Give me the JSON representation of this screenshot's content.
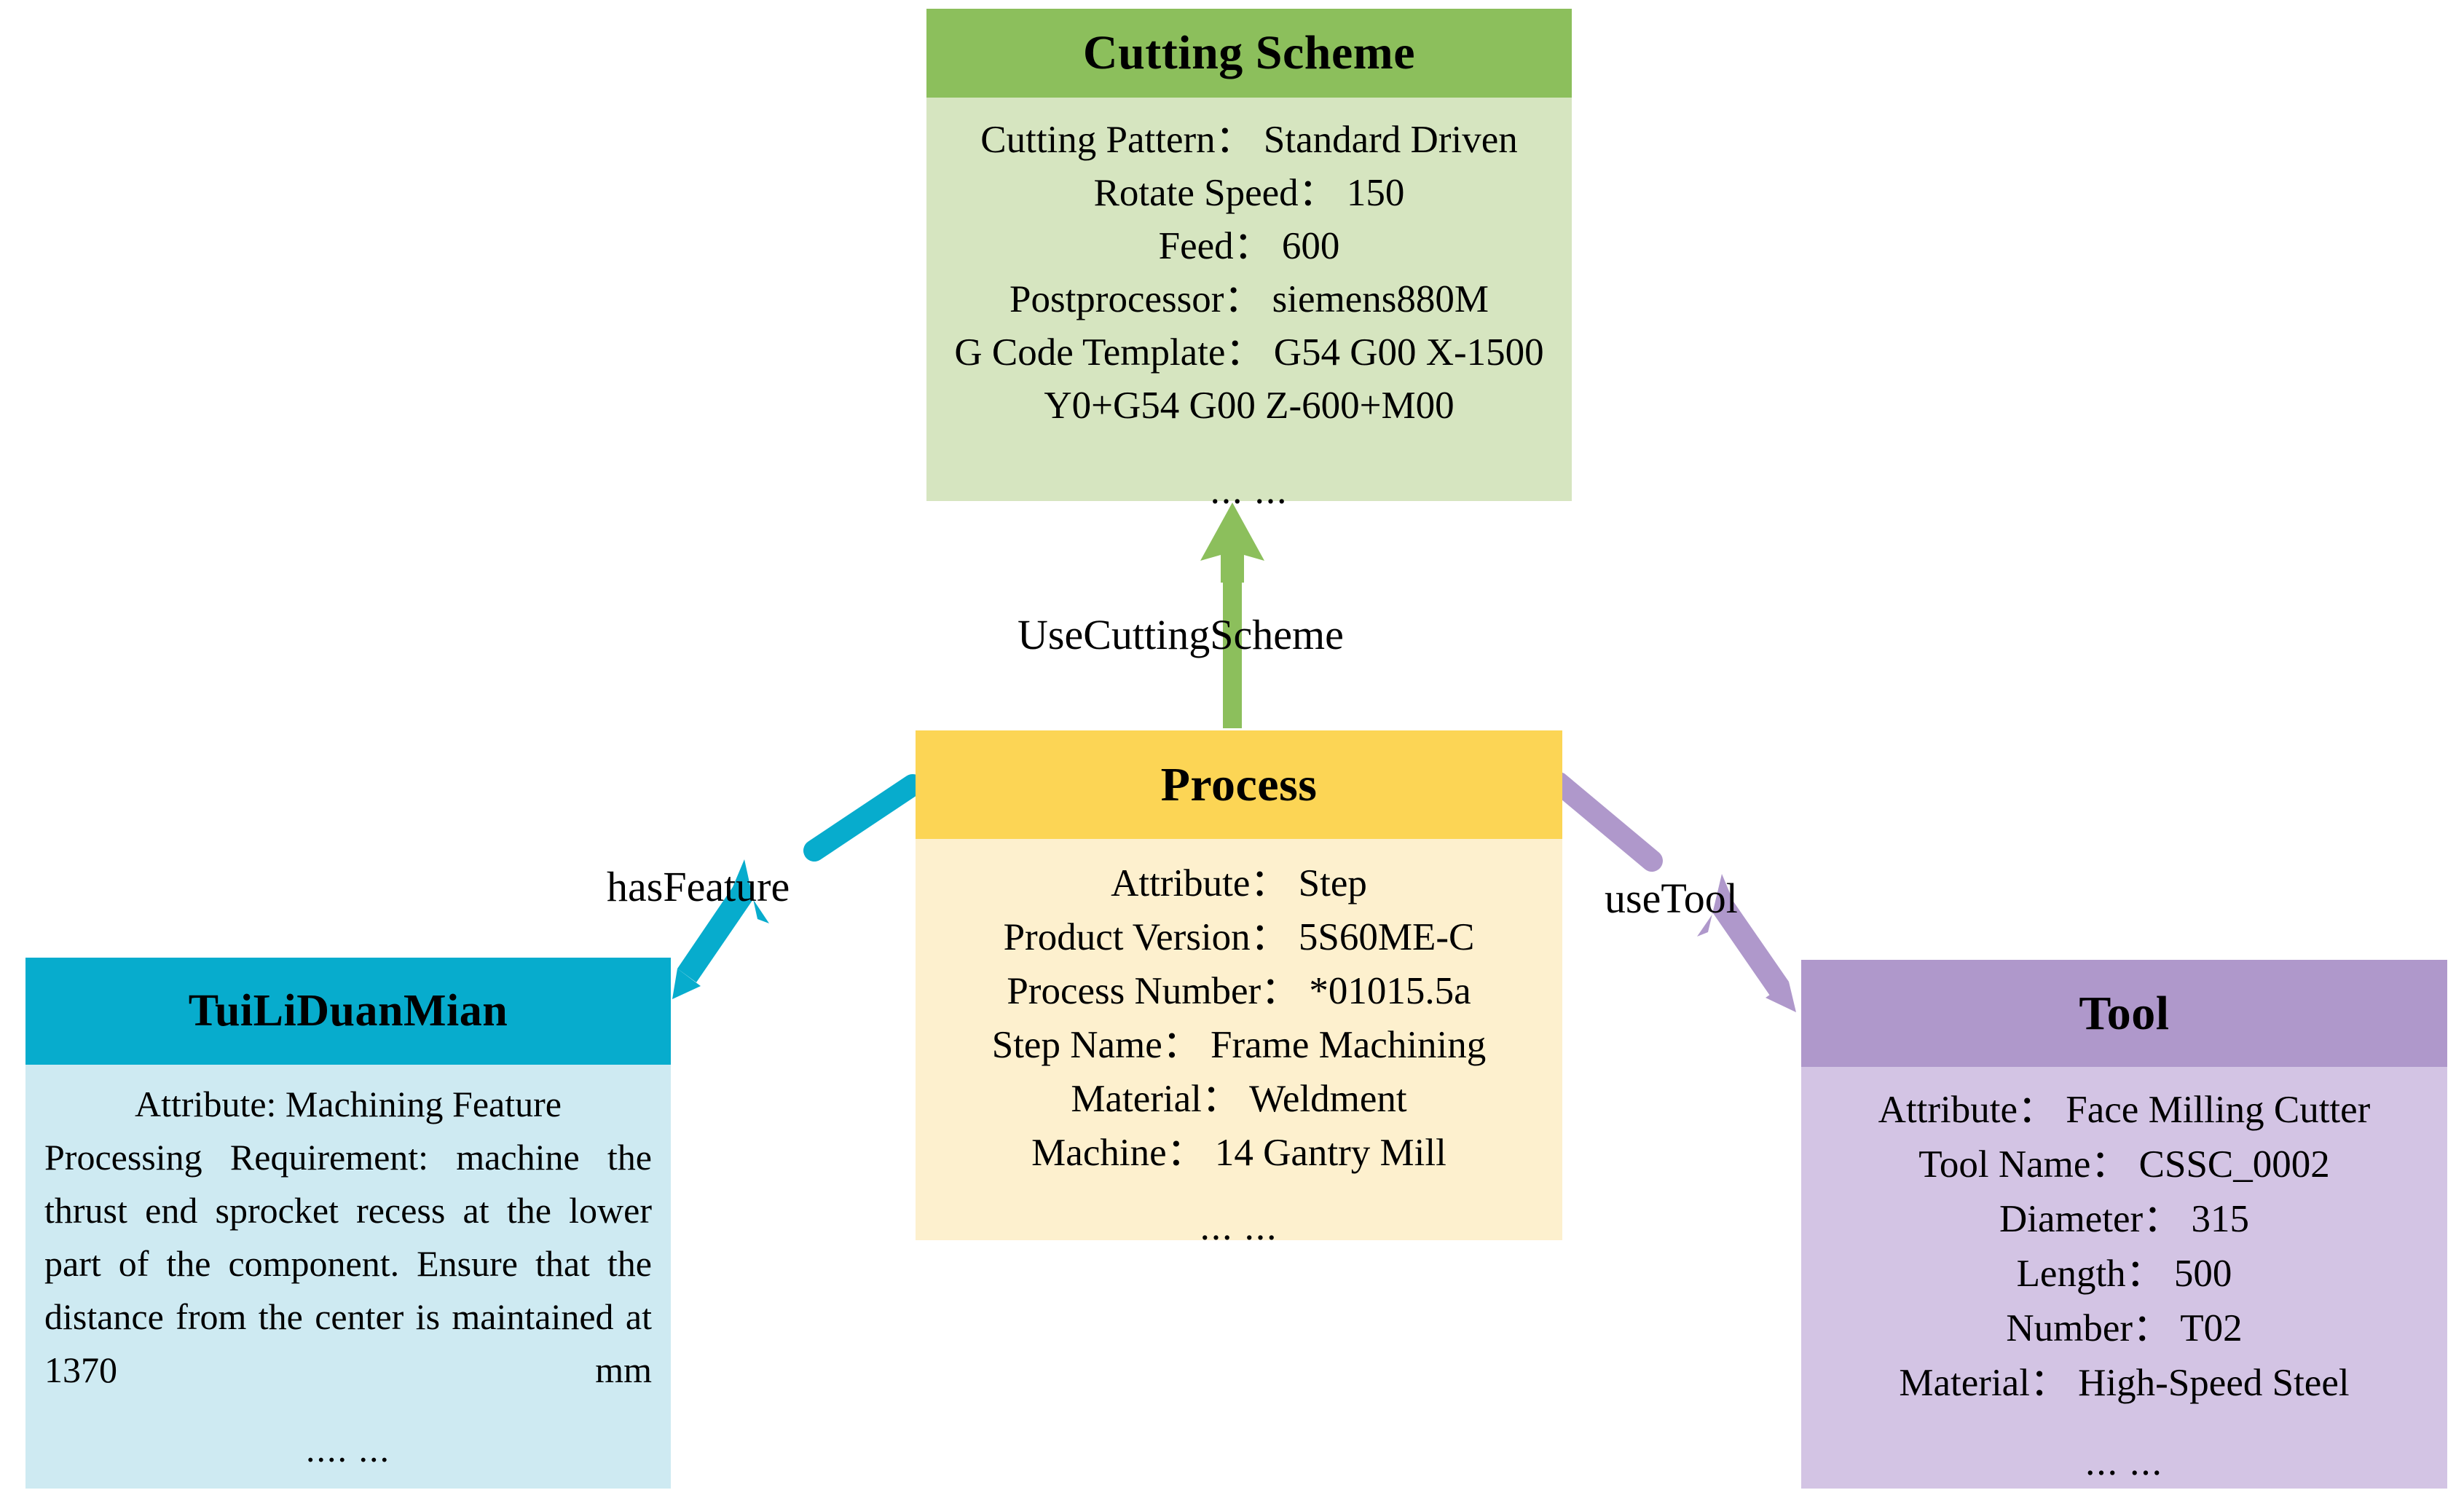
{
  "diagram": {
    "title": "Process knowledge graph node-link diagram",
    "colors": {
      "cutting_scheme_header": "#8CBF5C",
      "cutting_scheme_body": "#D6E5C0",
      "process_header": "#FCD555",
      "process_body": "#FDF0CE",
      "feature_header": "#07ACCD",
      "feature_body": "#CEEAF2",
      "tool_header": "#AF98CB",
      "tool_body": "#D3C4E4",
      "background": "#FFFFFF"
    }
  },
  "nodes": {
    "cutting_scheme": {
      "title": "Cutting Scheme",
      "lines": [
        "Cutting Pattern：  Standard Driven",
        "Rotate Speed：  150",
        "Feed：  600",
        "Postprocessor：   siemens880M",
        "G Code Template：  G54 G00 X-1500 Y0+G54 G00 Z-600+M00"
      ],
      "ellipsis": "... ..."
    },
    "process": {
      "title": "Process",
      "lines": [
        "Attribute：  Step",
        "Product Version：  5S60ME-C",
        "Process Number：  *01015.5a",
        "Step Name：  Frame Machining",
        "Material：  Weldment",
        "Machine：  14 Gantry Mill"
      ],
      "ellipsis": "... ..."
    },
    "feature": {
      "title": "TuiLiDuanMian",
      "attribute_line": "Attribute: Machining Feature",
      "requirement_line": "Processing Requirement: machine the thrust end sprocket recess at the lower part of the component. Ensure that the distance from the center is maintained at 1370 mm",
      "ellipsis": ".... ..."
    },
    "tool": {
      "title": "Tool",
      "lines": [
        "Attribute：  Face Milling Cutter",
        "Tool Name：  CSSC_0002",
        "Diameter：  315",
        "Length：  500",
        "Number：  T02",
        "Material：  High-Speed Steel"
      ],
      "ellipsis": "... ..."
    }
  },
  "edges": {
    "use_cutting_scheme": {
      "label": "UseCuttingScheme",
      "from": "Process",
      "to": "Cutting Scheme",
      "color": "#8CBF5C"
    },
    "has_feature": {
      "label": "hasFeature",
      "from": "Process",
      "to": "TuiLiDuanMian",
      "color": "#07ACCD"
    },
    "use_tool": {
      "label": "useTool",
      "from": "Process",
      "to": "Tool",
      "color": "#AF98CB"
    }
  }
}
